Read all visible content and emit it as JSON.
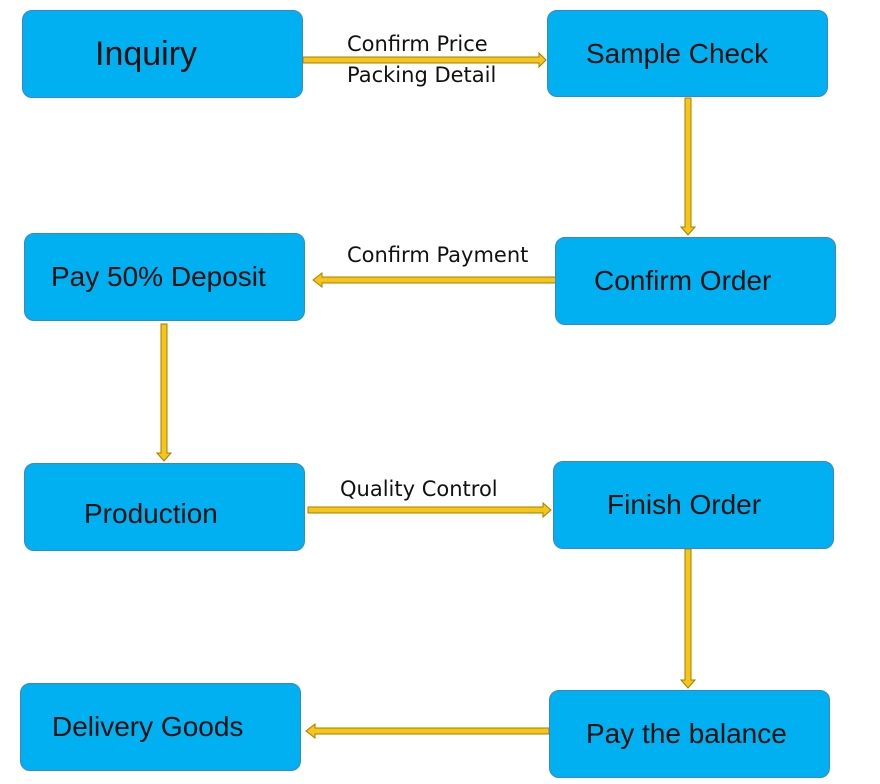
{
  "colors": {
    "box_fill": "#00b0f0",
    "box_border": "#3c86c4",
    "arrow_fill": "#f5c518",
    "arrow_stroke": "#a67c00"
  },
  "steps": {
    "inquiry": "Inquiry",
    "sample_check": "Sample Check",
    "confirm_order": "Confirm Order",
    "pay_deposit": "Pay 50% Deposit",
    "production": "Production",
    "finish_order": "Finish Order",
    "pay_balance": "Pay the balance",
    "delivery_goods": "Delivery Goods"
  },
  "connectors": {
    "inquiry_to_sample": [
      "Confirm Price",
      "Packing Detail"
    ],
    "confirm_to_deposit": "Confirm Payment",
    "production_to_finish": "Quality Control"
  }
}
